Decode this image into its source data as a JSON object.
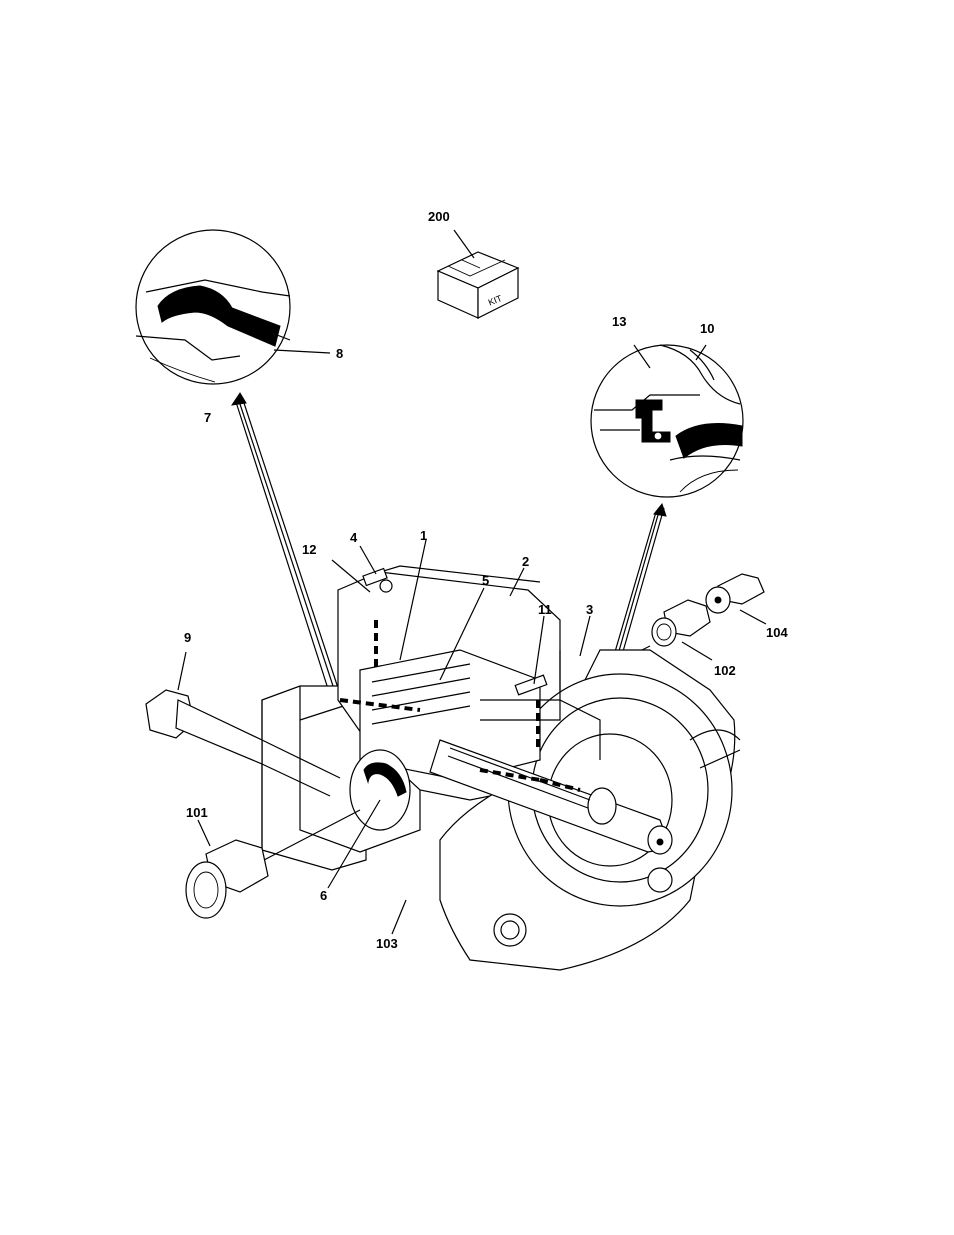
{
  "diagram": {
    "kit_box_label": "KIT",
    "callouts": [
      {
        "id": "200",
        "label": "200"
      },
      {
        "id": "8",
        "label": "8"
      },
      {
        "id": "7",
        "label": "7"
      },
      {
        "id": "13",
        "label": "13"
      },
      {
        "id": "10",
        "label": "10"
      },
      {
        "id": "12",
        "label": "12"
      },
      {
        "id": "4",
        "label": "4"
      },
      {
        "id": "1",
        "label": "1"
      },
      {
        "id": "2",
        "label": "2"
      },
      {
        "id": "5",
        "label": "5"
      },
      {
        "id": "11",
        "label": "11"
      },
      {
        "id": "3",
        "label": "3"
      },
      {
        "id": "104",
        "label": "104"
      },
      {
        "id": "102",
        "label": "102"
      },
      {
        "id": "9",
        "label": "9"
      },
      {
        "id": "101",
        "label": "101"
      },
      {
        "id": "6",
        "label": "6"
      },
      {
        "id": "103",
        "label": "103"
      }
    ]
  }
}
